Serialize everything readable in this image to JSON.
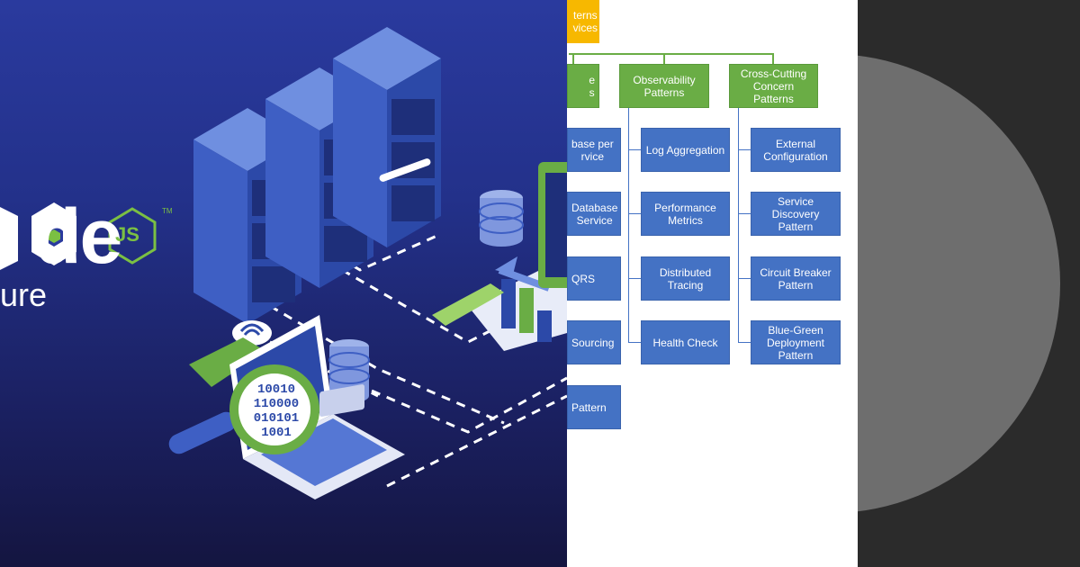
{
  "left_panel": {
    "logo_word_fragment": "de",
    "logo_js": "JS",
    "logo_tm": "TM",
    "subtitle_fragment": "ure",
    "code_digits": [
      "10010",
      "110000",
      "010101",
      "1001"
    ]
  },
  "diagram": {
    "top_box": "terns\nvices",
    "level1": [
      {
        "label": "e\ns"
      },
      {
        "label": "Observability\nPatterns"
      },
      {
        "label": "Cross-Cutting\nConcern Patterns"
      }
    ],
    "column_a": [
      "base per\nrvice",
      "Database\nService",
      "QRS",
      "Sourcing",
      "Pattern"
    ],
    "column_b": [
      "Log Aggregation",
      "Performance\nMetrics",
      "Distributed\nTracing",
      "Health Check"
    ],
    "column_c": [
      "External\nConfiguration",
      "Service Discovery\nPattern",
      "Circuit Breaker\nPattern",
      "Blue-Green\nDeployment\nPattern"
    ]
  },
  "colors": {
    "green": "#6aad45",
    "blue": "#4472c4",
    "yellow": "#f7b800",
    "node_green": "#7bc043"
  }
}
